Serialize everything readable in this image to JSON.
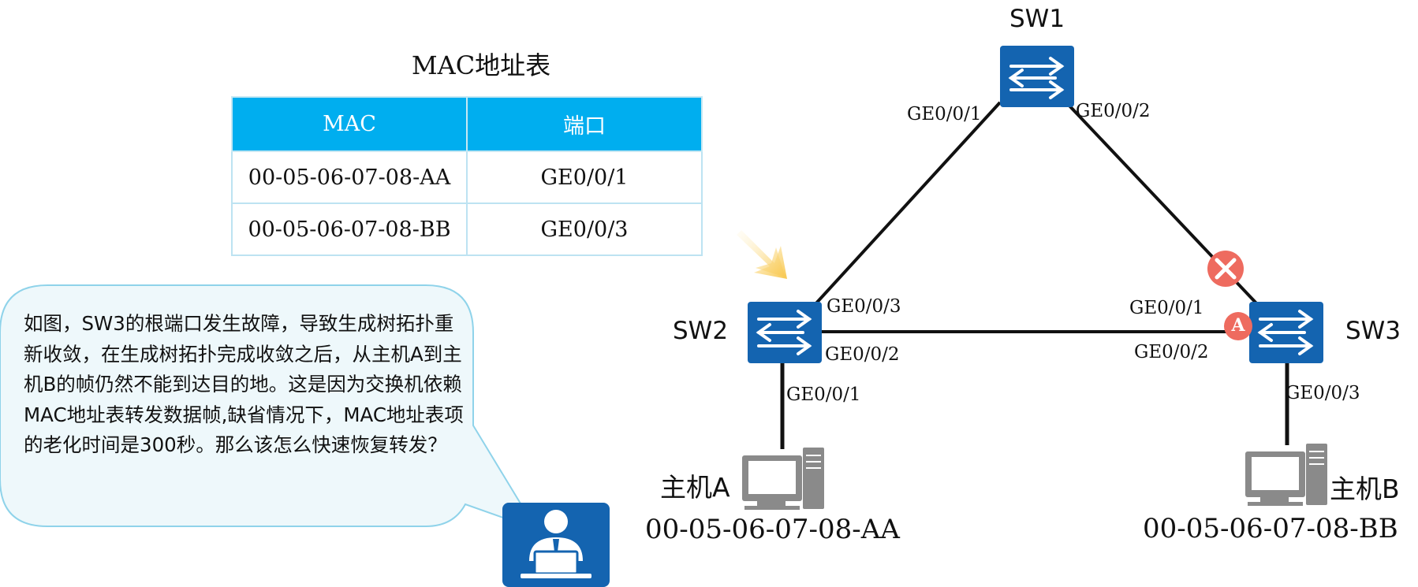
{
  "mac_table": {
    "title": "MAC地址表",
    "headers": [
      "MAC",
      "端口"
    ],
    "rows": [
      [
        "00-05-06-07-08-AA",
        "GE0/0/1"
      ],
      [
        "00-05-06-07-08-BB",
        "GE0/0/3"
      ]
    ]
  },
  "speech": {
    "text": "如图，SW3的根端口发生故障，导致生成树拓扑重新收敛，在生成树拓扑完成收敛之后，从主机A到主机B的帧仍然不能到达目的地。这是因为交换机依赖MAC地址表转发数据帧,缺省情况下，MAC地址表项的老化时间是300秒。那么该怎么快速恢复转发？"
  },
  "switches": {
    "sw1": {
      "name": "SW1"
    },
    "sw2": {
      "name": "SW2"
    },
    "sw3": {
      "name": "SW3"
    }
  },
  "ports": {
    "sw1_left": "GE0/0/1",
    "sw1_right": "GE0/0/2",
    "sw2_up": "GE0/0/3",
    "sw2_right": "GE0/0/2",
    "sw2_down": "GE0/0/1",
    "sw3_left_up": "GE0/0/1",
    "sw3_left": "GE0/0/2",
    "sw3_down": "GE0/0/3"
  },
  "hosts": {
    "a": {
      "name": "主机A",
      "mac": "00-05-06-07-08-AA"
    },
    "b": {
      "name": "主机B",
      "mac": "00-05-06-07-08-BB"
    }
  },
  "markers": {
    "port_badge": "A",
    "fault": "fault-x-icon"
  },
  "colors": {
    "switch": "#1464b0",
    "table_header": "#00aeef",
    "bubble_fill": "#eef8fb",
    "bubble_border": "#8fd3ea",
    "fault": "#ee6b5f",
    "arrow": "#fbd36a"
  }
}
